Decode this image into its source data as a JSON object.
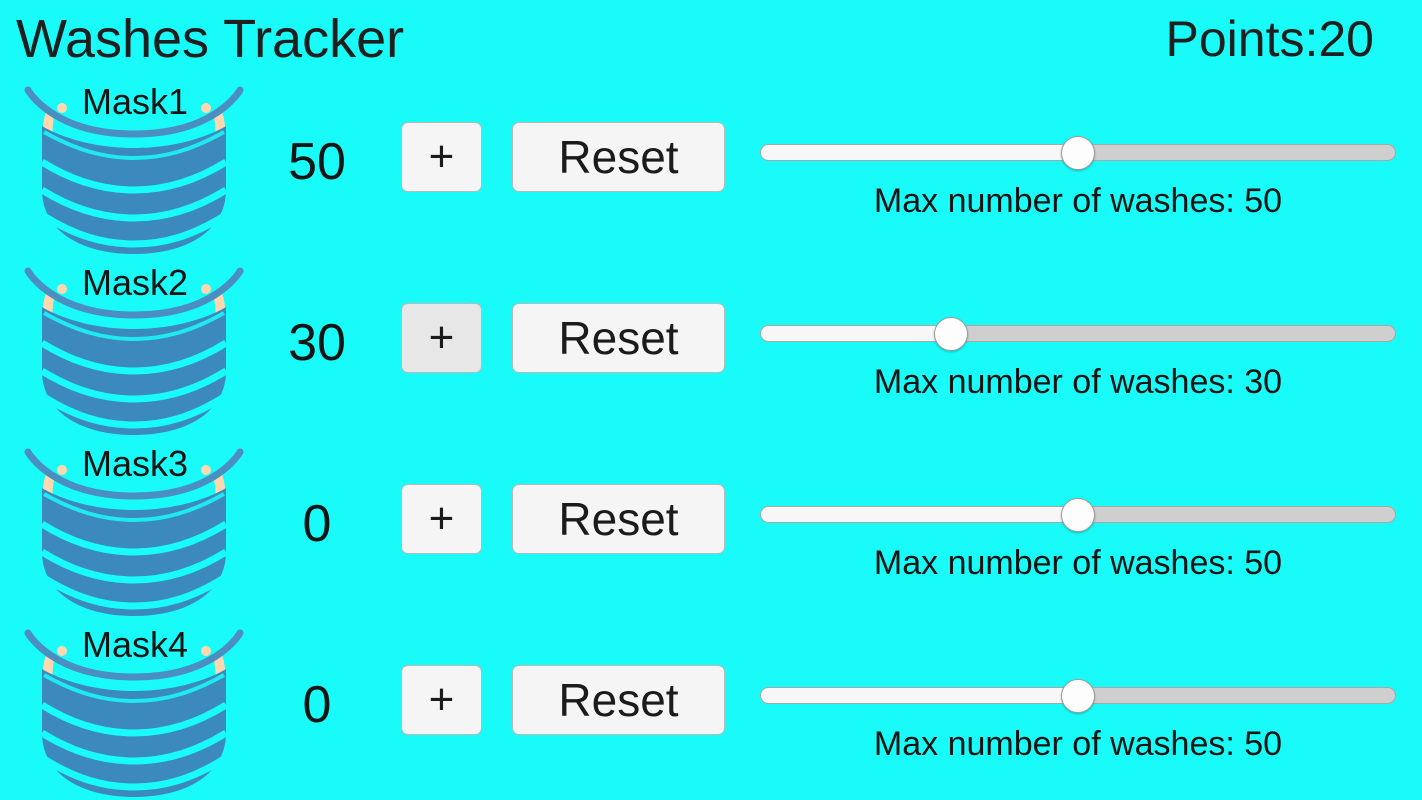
{
  "header": {
    "title": "Washes Tracker",
    "points_label": "Points:20",
    "points_value": 20
  },
  "theme": {
    "background": "#19FBF9",
    "mask_body": "#3C89BE",
    "mask_outline": "#4A8FC0",
    "mask_strap": "#FFD8B0",
    "button_face": "#F5F5F5",
    "button_face_active": "#E7E7E7",
    "button_border": "#B9B9B9",
    "slider_track": "#CFCFCF",
    "slider_fill": "#F7F7F7",
    "slider_thumb": "#FDFDFD",
    "text": "#1C1C1C"
  },
  "controls": {
    "plus_label": "+",
    "reset_label": "Reset",
    "slider_caption_prefix": "Max number of washes: "
  },
  "rows": [
    {
      "mask_label": "Mask1",
      "mask_icon": "face-mask-icon",
      "count": "50",
      "plus_label": "+",
      "plus_active": false,
      "reset_label": "Reset",
      "slider_value": 50,
      "slider_min": 0,
      "slider_max": 100,
      "slider_percent": 50,
      "slider_caption": "Max number of washes: 50"
    },
    {
      "mask_label": "Mask2",
      "mask_icon": "face-mask-icon",
      "count": "30",
      "plus_label": "+",
      "plus_active": true,
      "reset_label": "Reset",
      "slider_value": 30,
      "slider_min": 0,
      "slider_max": 100,
      "slider_percent": 30,
      "slider_caption": "Max number of washes: 30"
    },
    {
      "mask_label": "Mask3",
      "mask_icon": "face-mask-icon",
      "count": "0",
      "plus_label": "+",
      "plus_active": false,
      "reset_label": "Reset",
      "slider_value": 50,
      "slider_min": 0,
      "slider_max": 100,
      "slider_percent": 50,
      "slider_caption": "Max number of washes: 50"
    },
    {
      "mask_label": "Mask4",
      "mask_icon": "face-mask-icon",
      "count": "0",
      "plus_label": "+",
      "plus_active": false,
      "reset_label": "Reset",
      "slider_value": 50,
      "slider_min": 0,
      "slider_max": 100,
      "slider_percent": 50,
      "slider_caption": "Max number of washes: 50"
    }
  ]
}
